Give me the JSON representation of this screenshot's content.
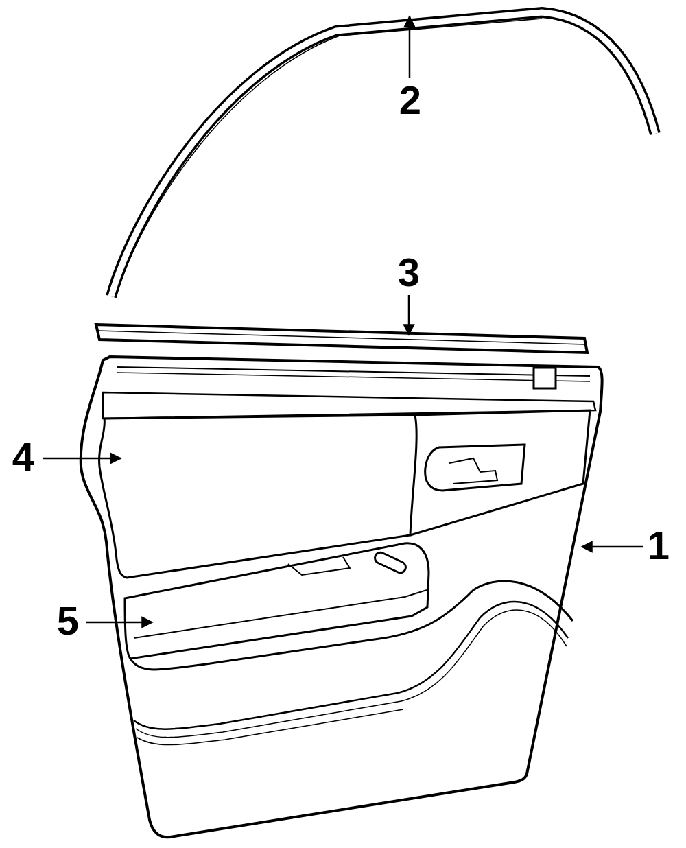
{
  "diagram": {
    "labels": [
      "2",
      "3",
      "4",
      "1",
      "5"
    ]
  }
}
